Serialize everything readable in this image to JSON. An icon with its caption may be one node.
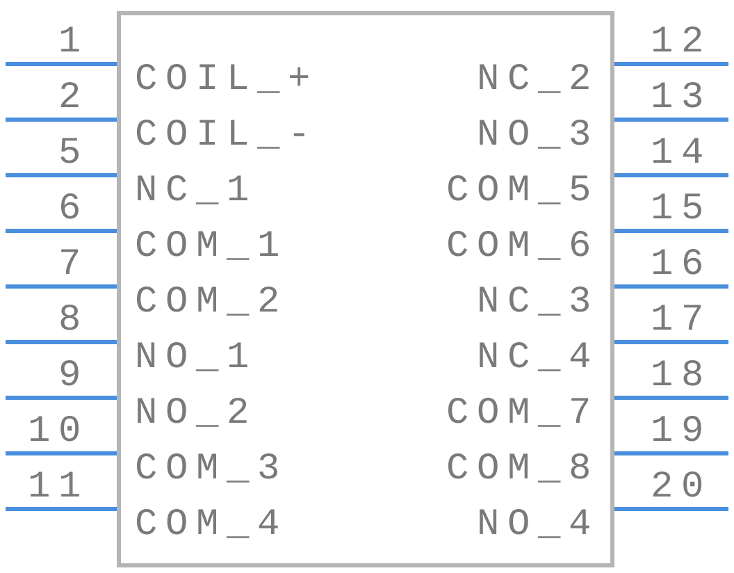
{
  "diagram": {
    "nodes": [
      {
        "text": [],
        "shape": "box"
      },
      {
        "text": [
          "COIL_+"
        ],
        "in": 0,
        "beside": [
          "1"
        ]
      },
      {
        "text": [
          "COIL_-"
        ],
        "in": 0,
        "beside": [
          "2"
        ]
      },
      {
        "text": [
          "NC_1"
        ],
        "in": 0,
        "beside": [
          "5"
        ]
      },
      {
        "text": [
          "COM_1"
        ],
        "in": 0,
        "beside": [
          "6"
        ]
      },
      {
        "text": [
          "COM_2"
        ],
        "in": 0,
        "beside": [
          "7"
        ]
      },
      {
        "text": [
          "NO_1"
        ],
        "in": 0,
        "beside": [
          "8"
        ]
      },
      {
        "text": [
          "NO_2"
        ],
        "in": 0,
        "beside": [
          "9"
        ]
      },
      {
        "text": [
          "COM_3"
        ],
        "in": 0,
        "beside": [
          "10"
        ]
      },
      {
        "text": [
          "COM_4"
        ],
        "in": 0,
        "beside": [
          "11"
        ]
      },
      {
        "text": [
          "NC_2"
        ],
        "in": 0,
        "beside": [
          "12"
        ]
      },
      {
        "text": [
          "NO_3"
        ],
        "in": 0,
        "beside": [
          "13"
        ]
      },
      {
        "text": [
          "COM_5"
        ],
        "in": 0,
        "beside": [
          "14"
        ]
      },
      {
        "text": [
          "COM_6"
        ],
        "in": 0,
        "beside": [
          "15"
        ]
      },
      {
        "text": [
          "NC_3"
        ],
        "in": 0,
        "beside": [
          "16"
        ]
      },
      {
        "text": [
          "NC_4"
        ],
        "in": 0,
        "beside": [
          "17"
        ]
      },
      {
        "text": [
          "COM_7"
        ],
        "in": 0,
        "beside": [
          "18"
        ]
      },
      {
        "text": [
          "COM_8"
        ],
        "in": 0,
        "beside": [
          "19"
        ]
      },
      {
        "text": [
          "NO_4"
        ],
        "in": 0,
        "beside": [
          "20"
        ]
      }
    ]
  }
}
